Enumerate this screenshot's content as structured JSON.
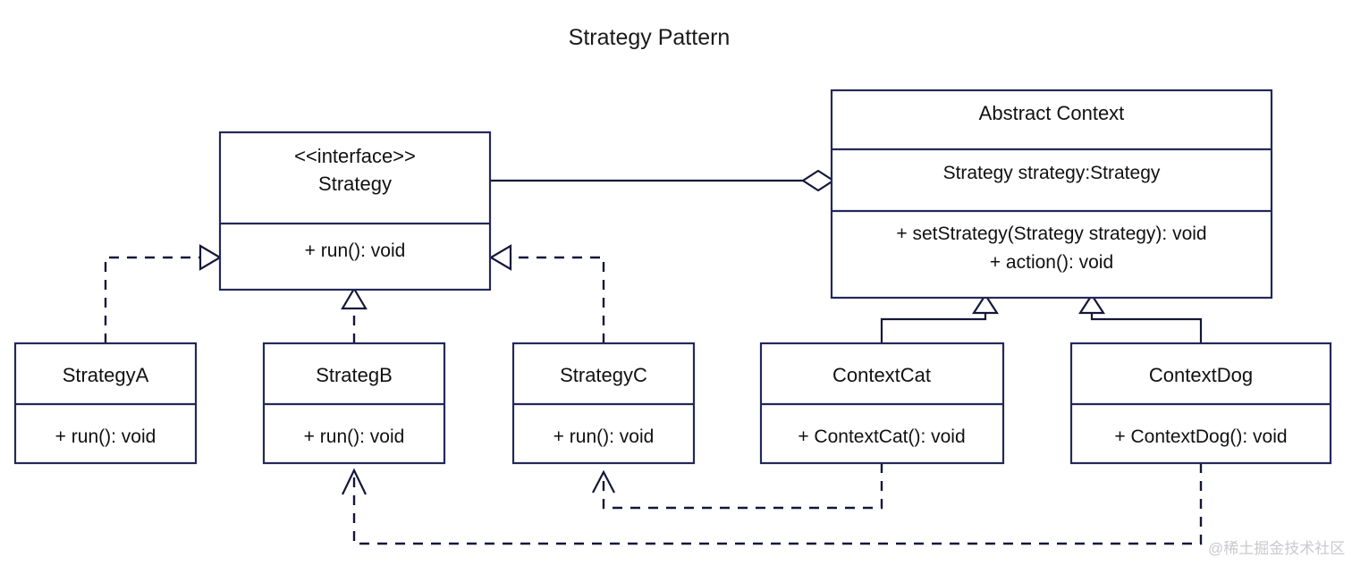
{
  "page": {
    "title": "Strategy Pattern",
    "background_color": "#ffffff",
    "line_color": "#14163a",
    "box_border_color": "#23285a",
    "text_color": "#111111",
    "watermark": "@稀土掘金技术社区",
    "watermark_color": "#c9c9cf"
  },
  "classes": {
    "strategy_interface": {
      "stereotype": "<<interface>>",
      "name": "Strategy",
      "methods": [
        "+      run(): void"
      ]
    },
    "abstract_context": {
      "name": "Abstract Context",
      "attributes": [
        "Strategy strategy:Strategy"
      ],
      "methods": [
        "+      setStrategy(Strategy strategy): void",
        "+      action(): void"
      ]
    },
    "strategy_a": {
      "name": "StrategyA",
      "methods": [
        "+     run(): void"
      ]
    },
    "strategy_b": {
      "name": "StrategB",
      "methods": [
        "+     run(): void"
      ]
    },
    "strategy_c": {
      "name": "StrategyC",
      "methods": [
        "+     run(): void"
      ]
    },
    "context_cat": {
      "name": "ContextCat",
      "methods": [
        "+     ContextCat(): void"
      ]
    },
    "context_dog": {
      "name": "ContextDog",
      "methods": [
        "+     ContextDog(): void"
      ]
    }
  },
  "relationships": [
    {
      "id": "aggregation-context-strategy",
      "type": "aggregation",
      "from": "abstract_context",
      "to": "strategy_interface",
      "head": "hollow-diamond"
    },
    {
      "id": "realization-strategya-strategy",
      "type": "realization",
      "from": "strategy_a",
      "to": "strategy_interface",
      "head": "hollow-triangle"
    },
    {
      "id": "realization-strategb-strategy",
      "type": "realization",
      "from": "strategy_b",
      "to": "strategy_interface",
      "head": "hollow-triangle"
    },
    {
      "id": "realization-strategyc-strategy",
      "type": "realization",
      "from": "strategy_c",
      "to": "strategy_interface",
      "head": "hollow-triangle"
    },
    {
      "id": "generalization-contextcat-abstractcontext",
      "type": "generalization",
      "from": "context_cat",
      "to": "abstract_context",
      "head": "hollow-triangle"
    },
    {
      "id": "generalization-contextdog-abstractcontext",
      "type": "generalization",
      "from": "context_dog",
      "to": "abstract_context",
      "head": "hollow-triangle"
    },
    {
      "id": "dependency-contextcat-strategyc",
      "type": "dependency",
      "from": "context_cat",
      "to": "strategy_c",
      "head": "open-arrow"
    },
    {
      "id": "dependency-contextdog-strategb",
      "type": "dependency",
      "from": "context_dog",
      "to": "strategy_b",
      "head": "open-arrow"
    }
  ]
}
